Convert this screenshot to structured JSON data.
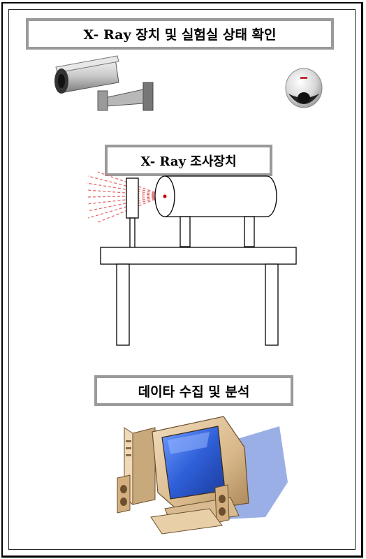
{
  "labels": {
    "top_title": "X- Ray 장치 및 실험실  상태 확인",
    "xray_device": "X- Ray 조사장치",
    "data_analysis": "데이타 수집 및 분석"
  },
  "colors": {
    "label_border": "#9a9a9a",
    "ray": "#e05a5a",
    "monitor_screen": "#2f5fd8",
    "shadow": "#8fa6e3",
    "computer_body": "#e2c7a0"
  },
  "icons": [
    "cctv-camera-icon",
    "dome-camera-icon",
    "xray-device-illustration",
    "desktop-computer-icon"
  ]
}
